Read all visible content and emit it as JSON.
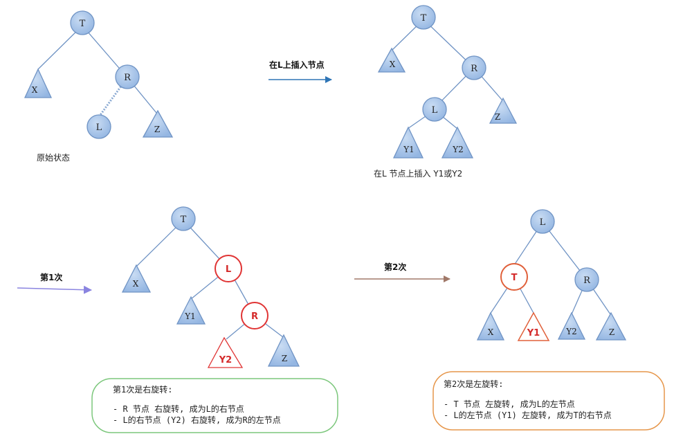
{
  "colors": {
    "node_fill": "#a9c6ea",
    "node_stroke": "#6f93c4",
    "edge": "#6f93c4",
    "red": "#e03434",
    "orange_red": "#e0603a",
    "green_box": "#7cc77c",
    "orange_box": "#e6964a",
    "arrow_blue": "#2e75b6",
    "arrow_purple": "#8a84e0",
    "arrow_brown": "#a07868"
  },
  "diagram1": {
    "nodes": {
      "t": "T",
      "r": "R",
      "l": "L"
    },
    "subtrees": {
      "x": "X",
      "z": "Z"
    },
    "caption": "原始状态"
  },
  "arrow1": {
    "label": "在L上插入节点"
  },
  "diagram2": {
    "nodes": {
      "t": "T",
      "r": "R",
      "l": "L"
    },
    "subtrees": {
      "x": "X",
      "z": "Z",
      "y1": "Y1",
      "y2": "Y2"
    },
    "caption": "在L 节点上插入 Y1或Y2"
  },
  "arrow2": {
    "label": "第1次"
  },
  "diagram3": {
    "nodes": {
      "t": "T",
      "l": "L",
      "r": "R"
    },
    "subtrees": {
      "x": "X",
      "y1": "Y1",
      "y2": "Y2",
      "z": "Z"
    }
  },
  "arrow3": {
    "label": "第2次"
  },
  "diagram4": {
    "nodes": {
      "l": "L",
      "t": "T",
      "r": "R"
    },
    "subtrees": {
      "x": "X",
      "y1": "Y1",
      "y2": "Y2",
      "z": "Z"
    }
  },
  "note1": {
    "title": "第1次是右旋转:",
    "line1": "- R 节点 右旋转, 成为L的右节点",
    "line2": "- L的右节点 (Y2)  右旋转, 成为R的左节点"
  },
  "note2": {
    "title": "第2次是左旋转:",
    "line1": "- T 节点 左旋转, 成为L的左节点",
    "line2": "- L的左节点 (Y1) 左旋转, 成为T的右节点"
  }
}
